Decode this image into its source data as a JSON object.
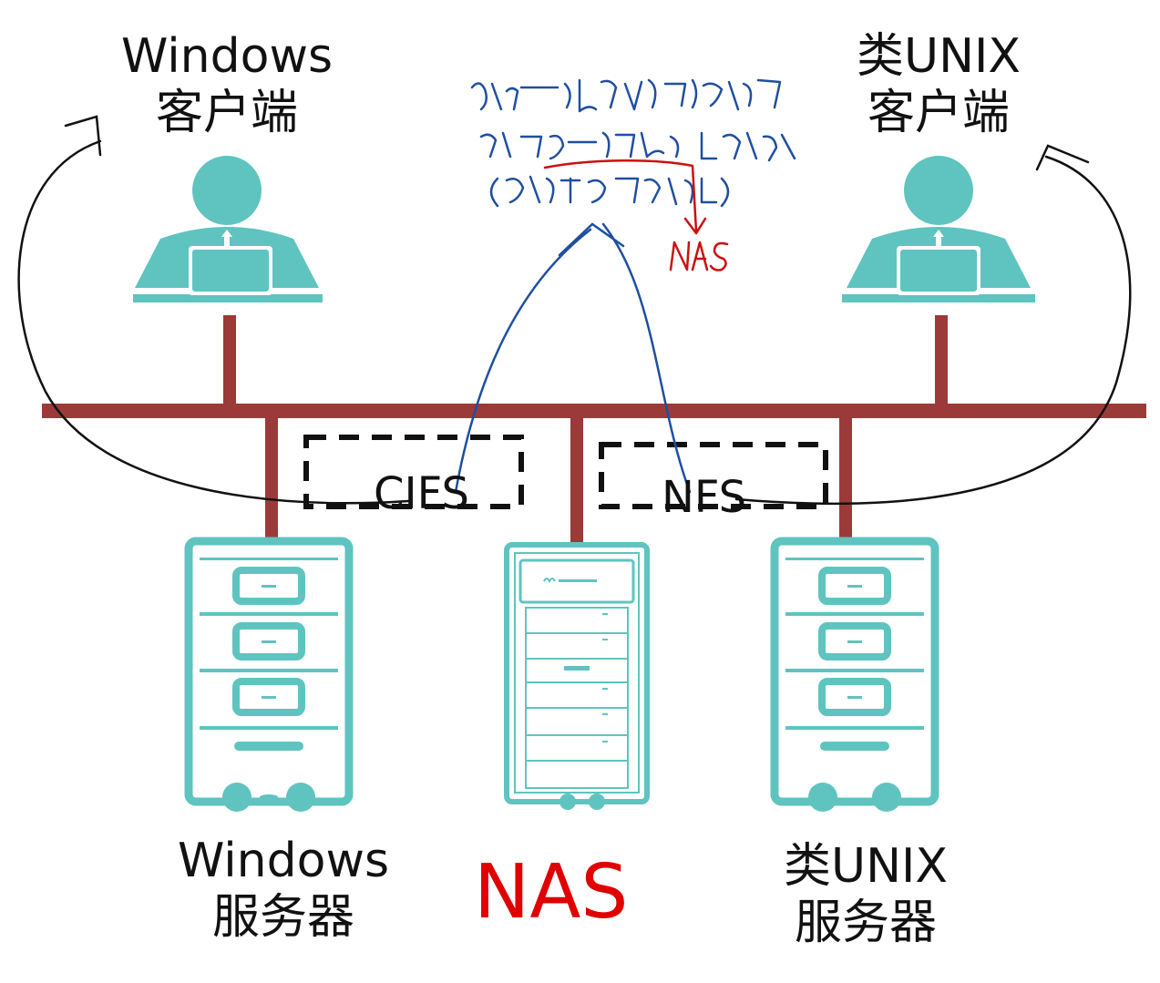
{
  "labels": {
    "win_client": [
      "Windows",
      "客户端"
    ],
    "unix_client": [
      "类UNIX",
      "客户端"
    ],
    "win_server": [
      "Windows",
      "服务器"
    ],
    "unix_server": [
      "类UNIX",
      "服务器"
    ],
    "nas": "NAS"
  },
  "protocols": {
    "cifs": "CIFS",
    "nfs": "NFS"
  },
  "handwritten_note": {
    "lines": [
      "允许一台电脑通过网络",
      "访问另一台电脑上的文件",
      "(像在自己磁盘上)"
    ],
    "red_annotation": "NAS"
  },
  "colors": {
    "network": "#9c3a3a",
    "device": "#5fc4bf",
    "nas_label": "#e00000",
    "note_ink": "#1f4fa0",
    "arrow_ink": "#111111"
  },
  "icons": [
    "person-at-laptop-icon",
    "file-server-icon",
    "nas-rack-icon"
  ]
}
